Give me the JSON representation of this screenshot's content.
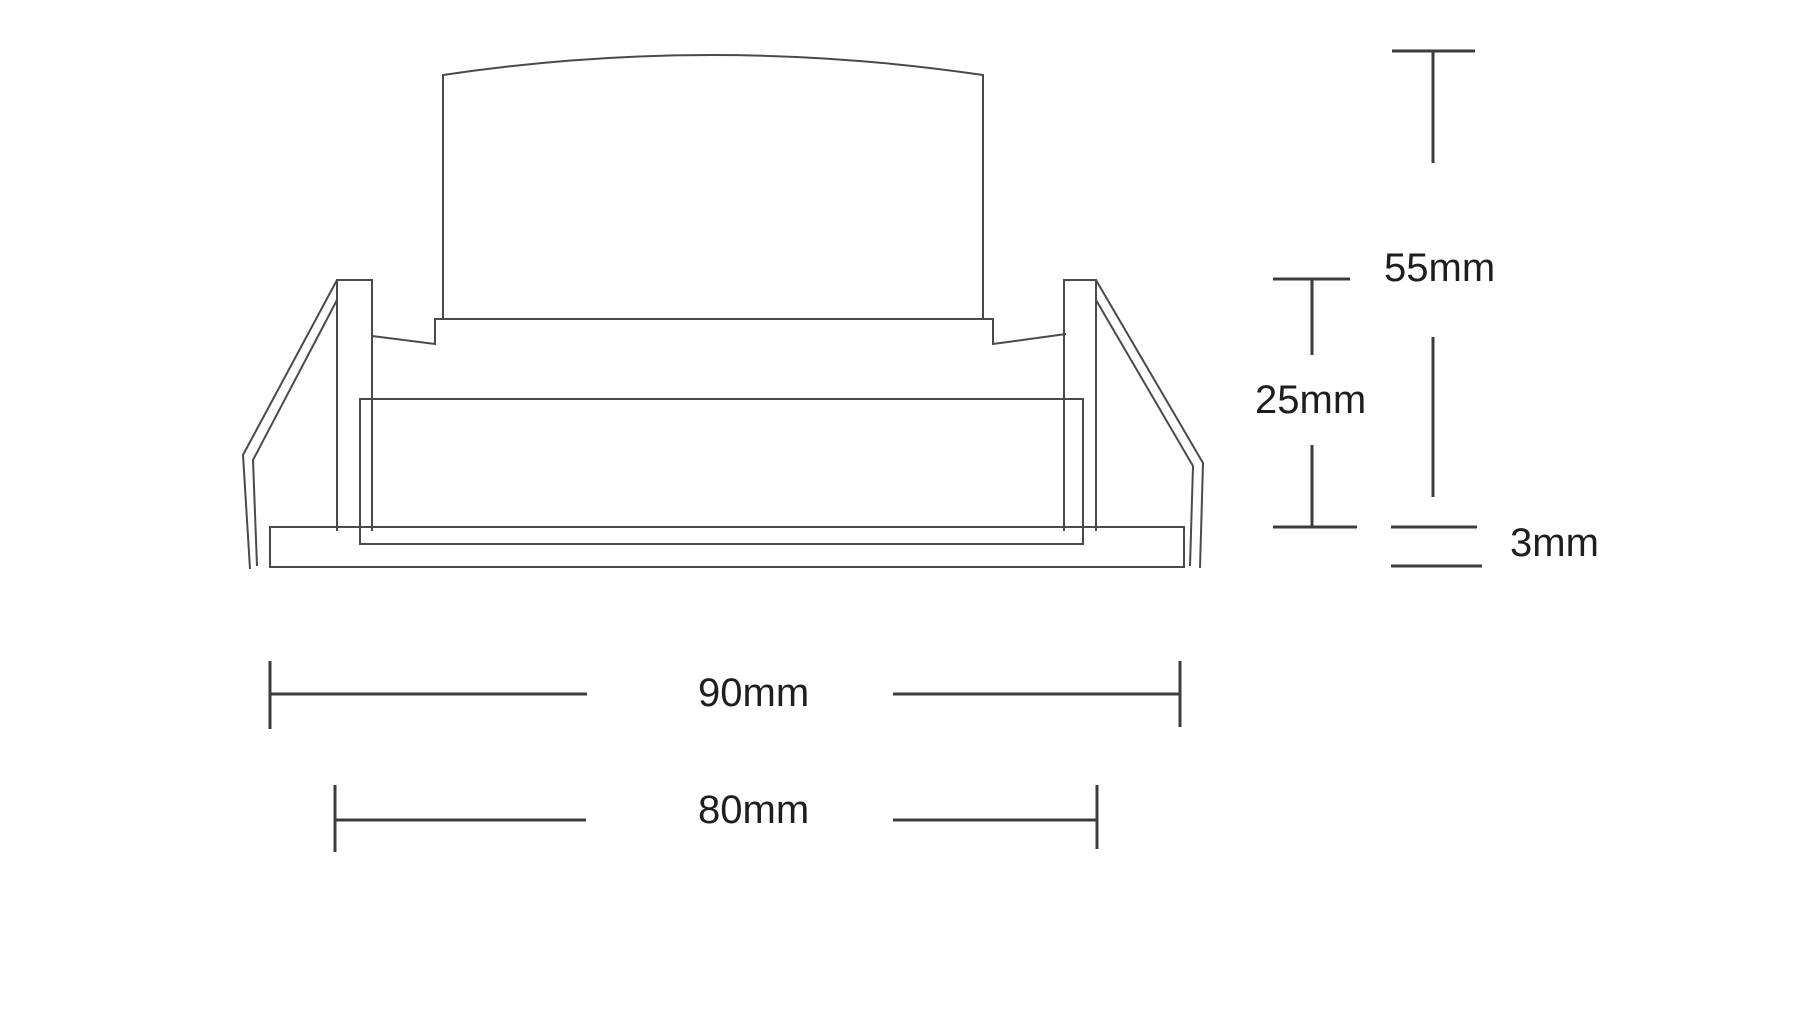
{
  "diagram": {
    "line_color": "#4a4a4a",
    "text_color": "#1e1e1e",
    "background": "#ffffff"
  },
  "dimensions": {
    "total_height": "55mm",
    "body_height": "25mm",
    "flange_thickness": "3mm",
    "outer_width": "90mm",
    "inner_width": "80mm"
  }
}
